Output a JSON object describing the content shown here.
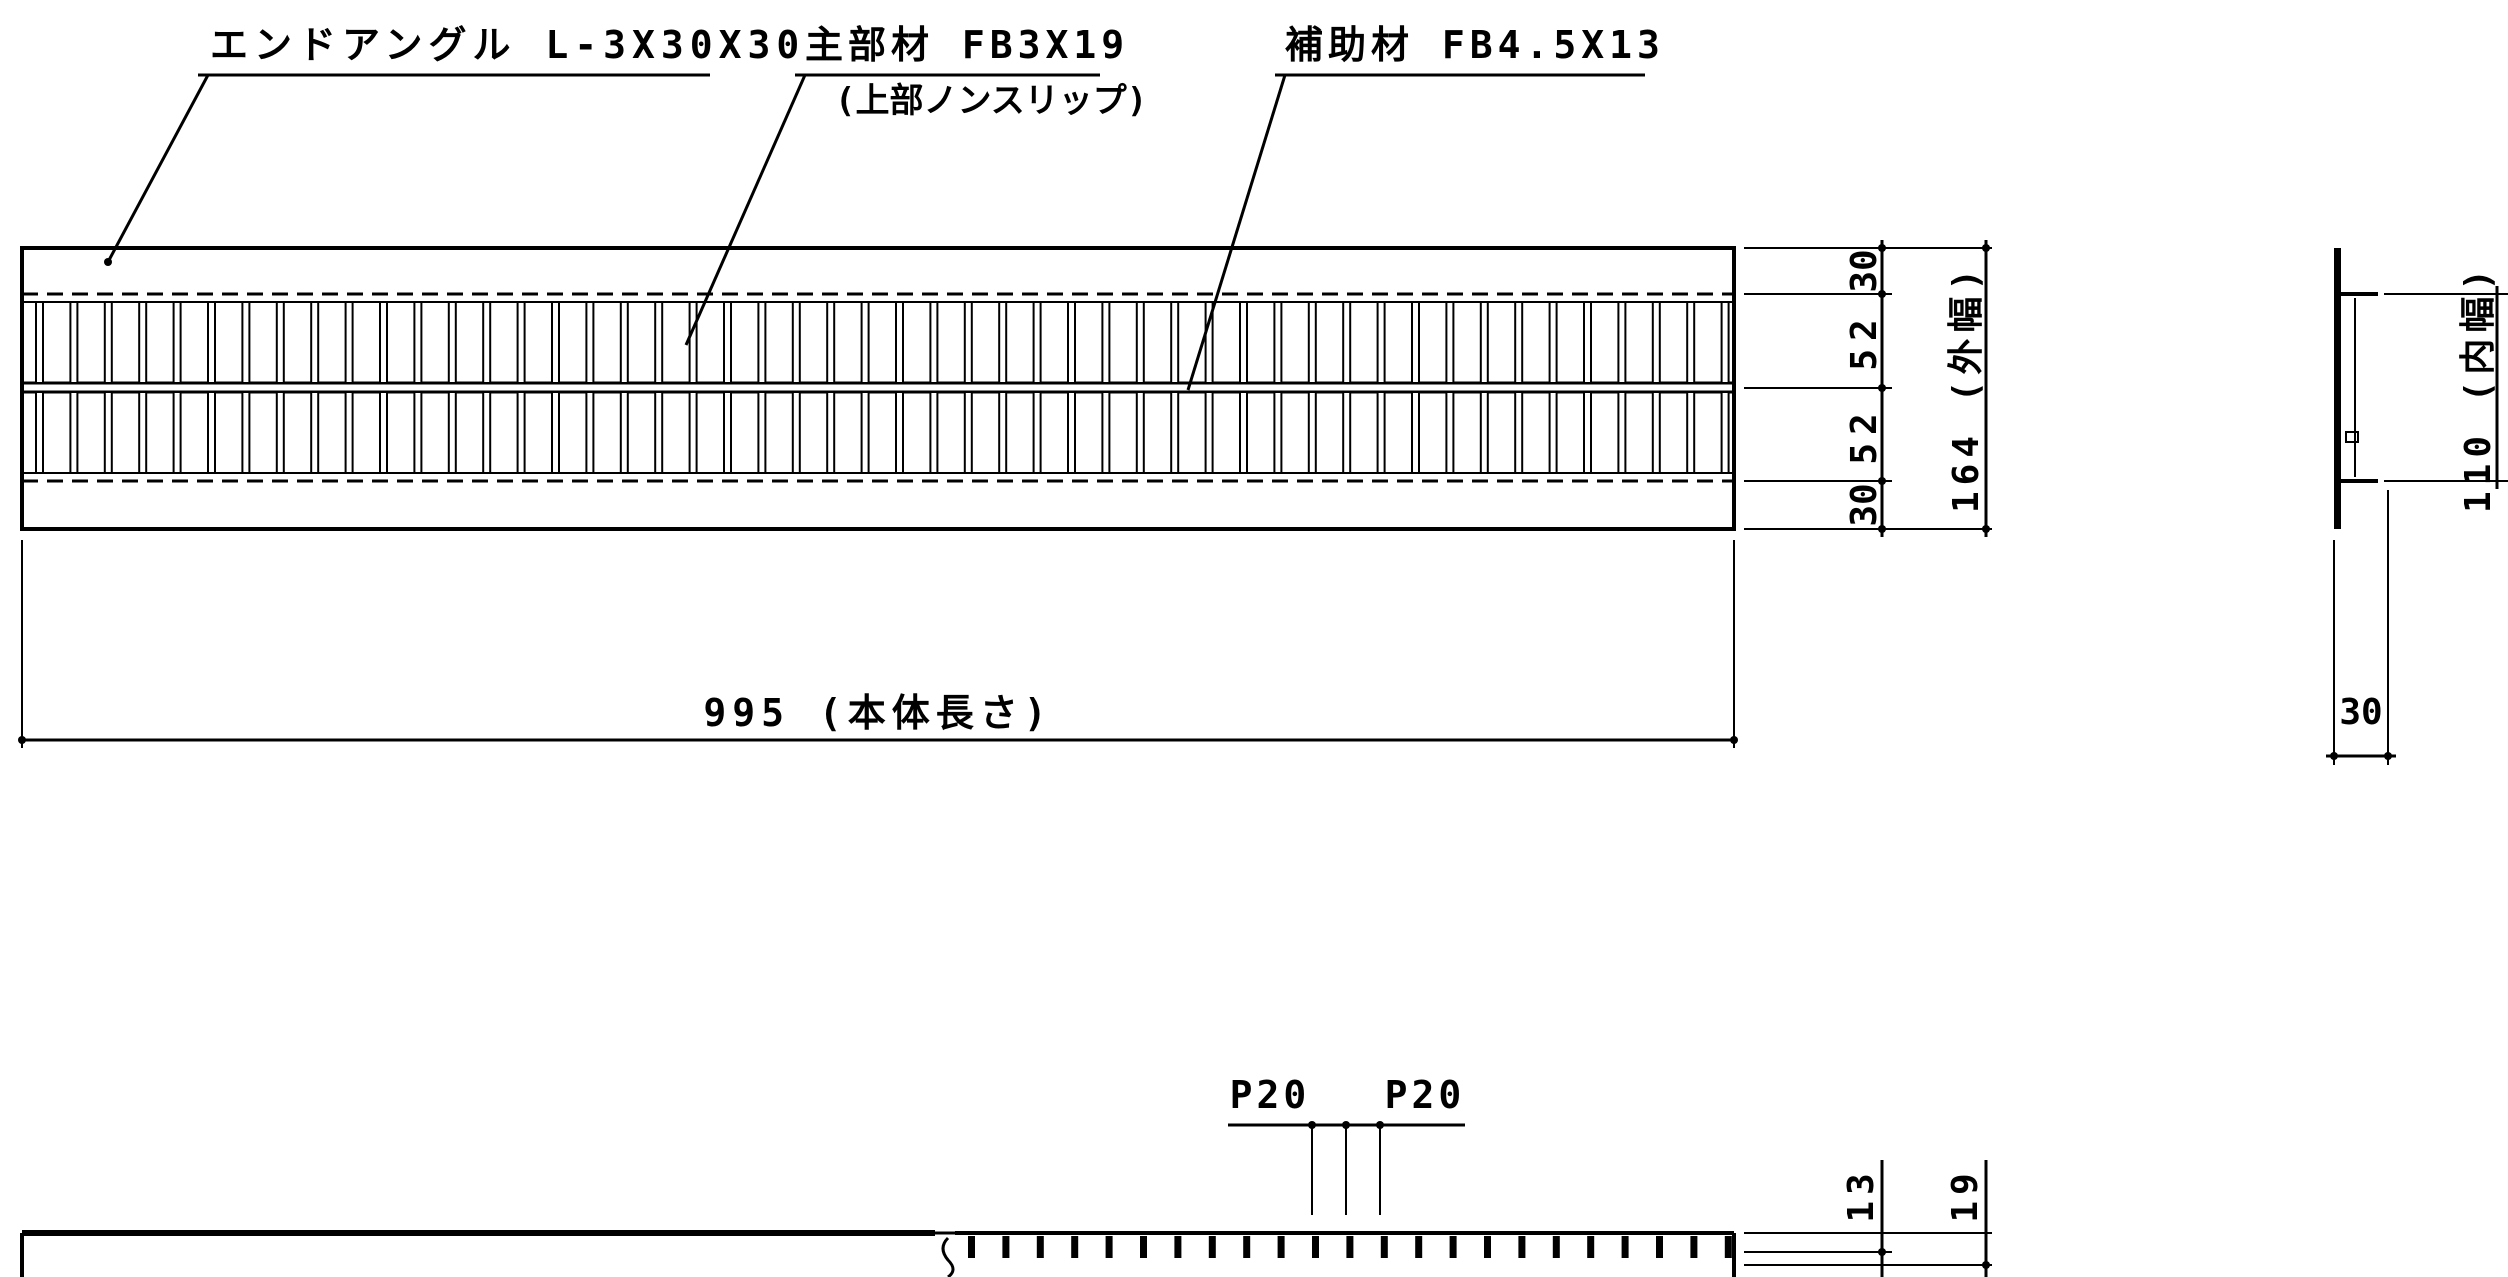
{
  "labels": {
    "end_angle": "エンドアングル L-3X30X30",
    "main_bar": "主部材 FB3X19",
    "main_bar_note": "(上部ノンスリップ)",
    "sub_bar": "補助材 FB4.5X13",
    "length": "995 (本体長さ)",
    "outer_width": "164 (外幅)",
    "inner_width": "110 (内幅)",
    "pitch_1": "P20",
    "pitch_2": "P20"
  },
  "dimensions": {
    "top_30": "30",
    "upper_52": "52",
    "lower_52": "52",
    "bottom_30": "30",
    "side_30": "30",
    "height_13": "13",
    "height_19": "19"
  }
}
